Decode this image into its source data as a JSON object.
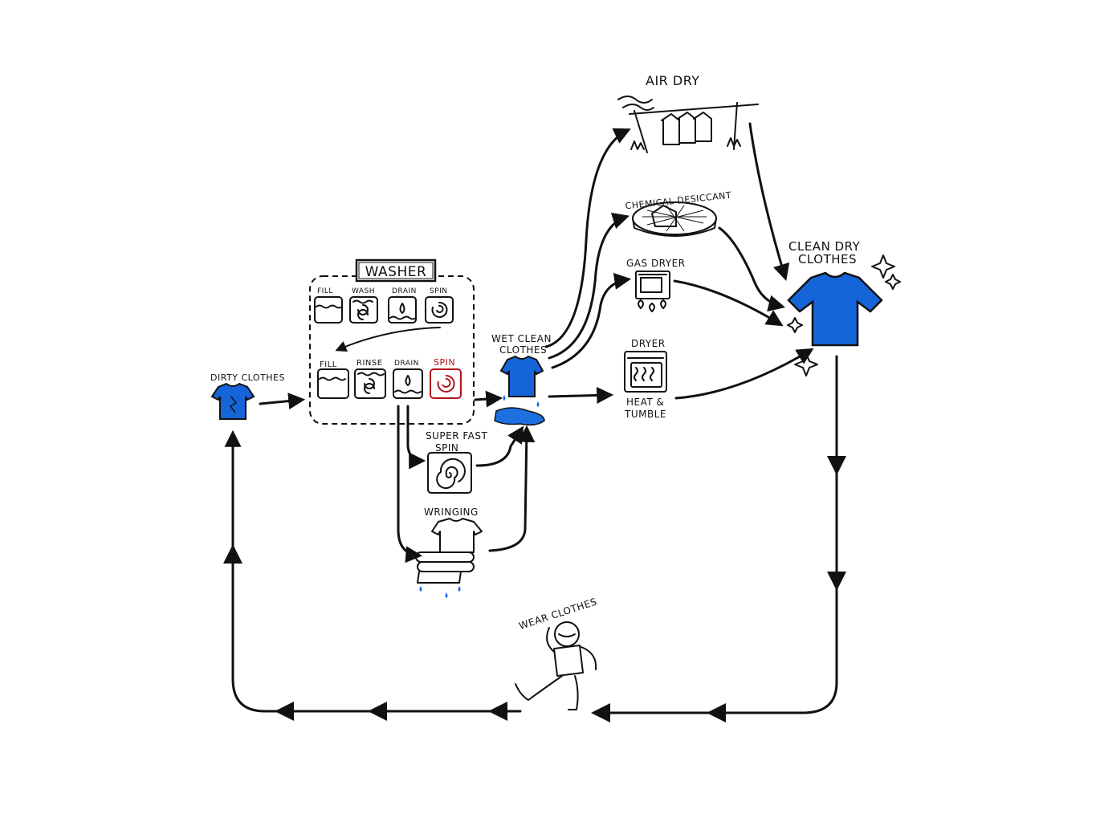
{
  "labels": {
    "dirty_clothes": "DIRTY CLOTHES",
    "washer": "WASHER",
    "fill": "FILL",
    "wash": "WASH",
    "drain": "DRAIN",
    "spin": "SPIN",
    "rinse": "RINSE",
    "wet_clean_line1": "WET CLEAN",
    "wet_clean_line2": "CLOTHES",
    "super_fast_line1": "SUPER FAST",
    "super_fast_line2": "SPIN",
    "wringing": "WRINGING",
    "air_dry": "AIR DRY",
    "chemical_desiccant": "CHEMICAL DESICCANT",
    "gas_dryer": "GAS DRYER",
    "dryer": "DRYER",
    "heat_line1": "HEAT &",
    "heat_line2": "TUMBLE",
    "clean_dry_line1": "CLEAN DRY",
    "clean_dry_line2": "CLOTHES",
    "wear_clothes": "WEAR CLOTHES"
  },
  "colors": {
    "shirt_blue": "#1565d8",
    "ink": "#111111",
    "spin_red": "#b3141b",
    "water_blue": "#1e6fe0"
  },
  "icons": [
    "t-shirt-icon",
    "washer-icon",
    "spiral-icon",
    "wringer-icon",
    "clothesline-icon",
    "desiccant-icon",
    "gas-dryer-icon",
    "dryer-icon",
    "sparkle-icon",
    "person-icon"
  ]
}
